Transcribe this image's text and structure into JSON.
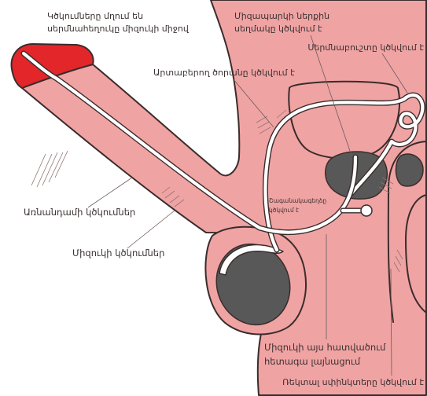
{
  "labels": {
    "semen_propulsion": {
      "line1": "Կծկումները մղում են",
      "line2": "սերմնահեղուկը միզուկի միջով"
    },
    "bladder_sphincter": {
      "line1": "Միզապարկի ներքին",
      "line2": "սեղմակը կծկվում է"
    },
    "seminal_vesicle": "Սերմնաբուշտը կծկվում է",
    "vas_deferens": "Արտաբերող ծորանը կծկվում է",
    "prostate": {
      "line1": "Շագանակագեղձը",
      "line2": "կծկվում է"
    },
    "penile_contractions": "Առնանդամի կծկումներ",
    "urethral_contractions": "Միզուկի կծկումներ",
    "urethral_dilation": {
      "line1": "Միզուկի այս հատվածում",
      "line2": "հետագա լայնացում"
    },
    "rectal_sphincter": "Ռեկտալ սփինկտերը կծկվում է"
  },
  "colors": {
    "tissue": "#f0a3a3",
    "glans": "#e3262a",
    "organ_dark": "#585858",
    "duct": "#ffffff"
  }
}
